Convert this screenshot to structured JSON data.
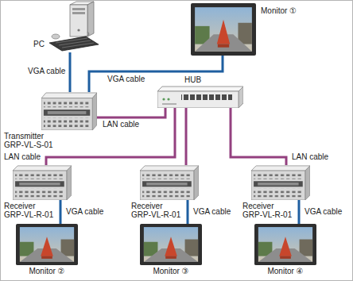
{
  "diagram": {
    "nodes": [
      {
        "text": [
          "PC"
        ]
      },
      {
        "text": [
          "Monitor ①"
        ]
      },
      {
        "text": [
          "Transmitter GRP-VL-S-01"
        ]
      },
      {
        "text": [
          "HUB"
        ]
      },
      {
        "text": [
          "Receiver GRP-VL-R-01"
        ]
      },
      {
        "text": [
          "Receiver GRP-VL-R-01"
        ]
      },
      {
        "text": [
          "Receiver GRP-VL-R-01"
        ]
      },
      {
        "text": [
          "Monitor ②"
        ]
      },
      {
        "text": [
          "Monitor ③"
        ]
      },
      {
        "text": [
          "Monitor ④"
        ]
      }
    ],
    "edges": [
      {
        "from": 0,
        "to": 2,
        "arrow": "none",
        "label": "VGA cable"
      },
      {
        "from": 2,
        "to": 1,
        "arrow": "none",
        "label": "VGA cable"
      },
      {
        "from": 2,
        "to": 3,
        "arrow": "none",
        "label": "LAN cable"
      },
      {
        "from": 3,
        "to": 4,
        "arrow": "none",
        "label": "LAN cable"
      },
      {
        "from": 3,
        "to": 5,
        "arrow": "none"
      },
      {
        "from": 3,
        "to": 6,
        "arrow": "none",
        "label": "LAN cable"
      },
      {
        "from": 4,
        "to": 7,
        "arrow": "none",
        "label": "VGA cable"
      },
      {
        "from": 5,
        "to": 8,
        "arrow": "none",
        "label": "VGA cable"
      },
      {
        "from": 6,
        "to": 9,
        "arrow": "none",
        "label": "VGA cable"
      }
    ]
  }
}
